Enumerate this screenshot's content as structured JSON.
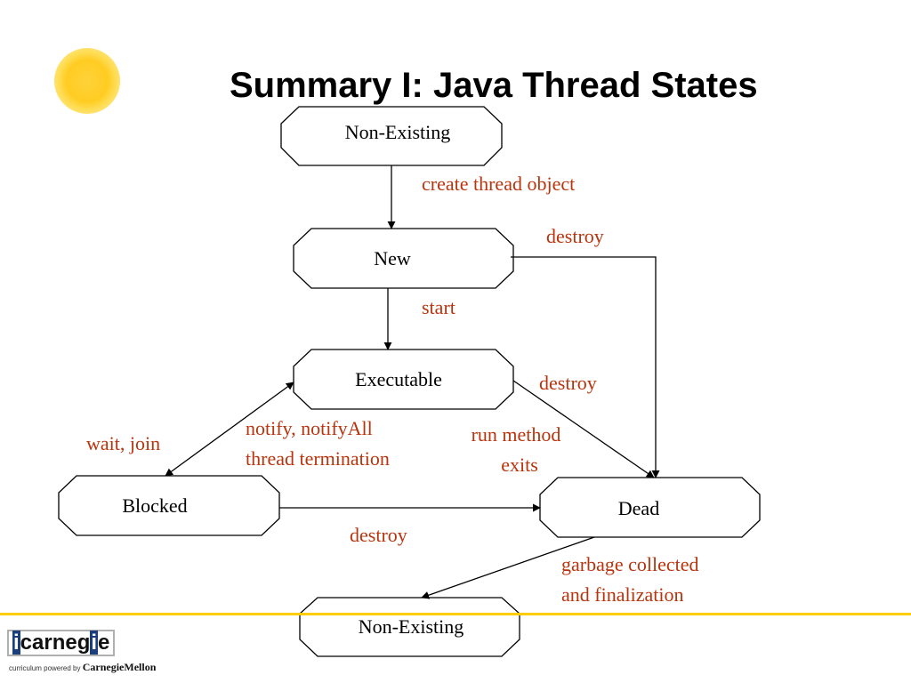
{
  "slide": {
    "title": "Summary I: Java Thread States",
    "logo": {
      "brand": "icarnegie",
      "tagline": "curriculum powered by",
      "partner": "CarnegieMellon"
    }
  },
  "diagram": {
    "states": {
      "non_existing_top": "Non-Existing",
      "new": "New",
      "executable": "Executable",
      "blocked": "Blocked",
      "dead": "Dead",
      "non_existing_bottom": "Non-Existing"
    },
    "transitions": {
      "create_thread_object": "create thread object",
      "destroy_from_new": "destroy",
      "start": "start",
      "destroy_from_executable": "destroy",
      "wait_join": "wait, join",
      "notify_line1": "notify, notifyAll",
      "notify_line2": "thread termination",
      "run_method_line1": "run method",
      "run_method_line2": "exits",
      "destroy_from_blocked": "destroy",
      "garbage_line1": "garbage collected",
      "garbage_line2": "and finalization"
    }
  },
  "colors": {
    "label_red": "#b8340e",
    "footer_yellow": "#ffcc00",
    "logo_blue": "#1a3f7a"
  }
}
